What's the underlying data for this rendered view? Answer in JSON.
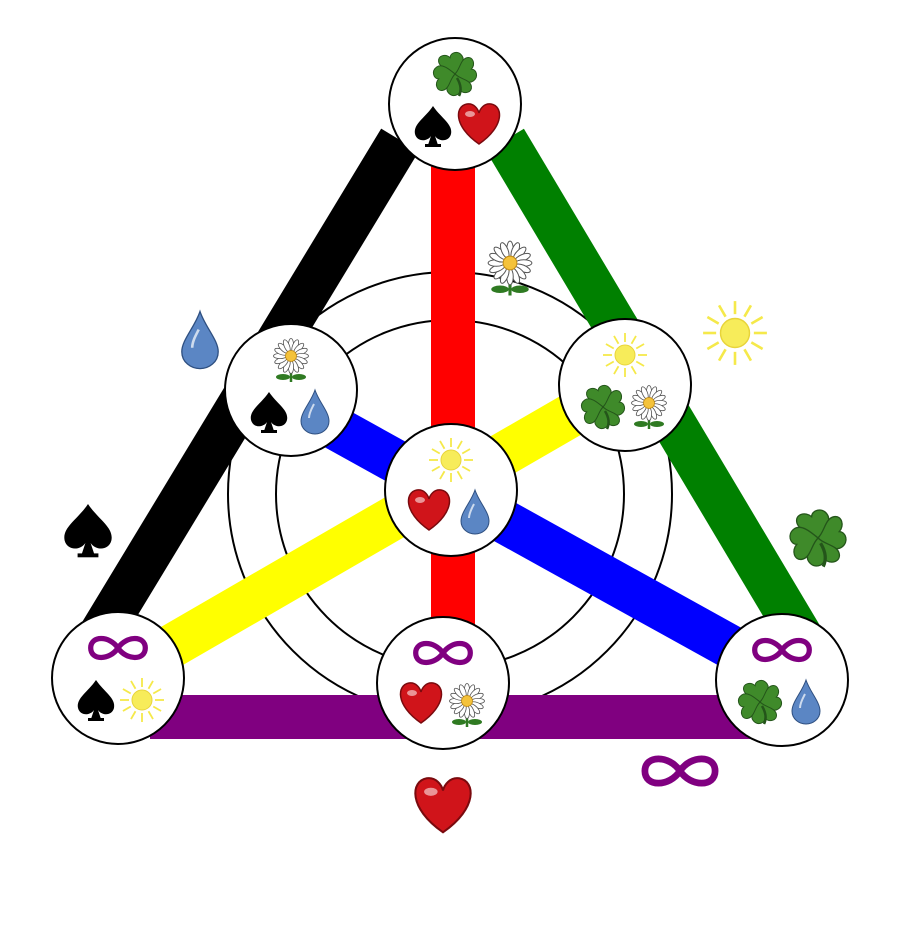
{
  "colors": {
    "black": "#000000",
    "red": "#ff0000",
    "green": "#008000",
    "blue": "#0000ff",
    "yellow": "#ffff00",
    "purple": "#800080",
    "node_fill": "#ffffff",
    "node_stroke": "#000000",
    "ring_stroke": "#000000",
    "heart": "#d0141a",
    "clover": "#3f8a2a",
    "drop": "#5b86c4",
    "sun": "#f7ec5a",
    "sun_ray": "#f5e94a",
    "daisy_center": "#f4c23a",
    "daisy_stem": "#2f7a22"
  },
  "edges": [
    {
      "name": "edge-black",
      "color": "black"
    },
    {
      "name": "edge-green",
      "color": "green"
    },
    {
      "name": "edge-red",
      "color": "red"
    },
    {
      "name": "edge-blue",
      "color": "blue"
    },
    {
      "name": "edge-yellow",
      "color": "yellow"
    },
    {
      "name": "edge-purple",
      "color": "purple"
    }
  ],
  "nodes": [
    {
      "name": "node-top",
      "symbols": [
        "clover-icon",
        "spade-icon",
        "heart-icon"
      ]
    },
    {
      "name": "node-upper-left",
      "symbols": [
        "daisy-icon",
        "spade-icon",
        "drop-icon"
      ]
    },
    {
      "name": "node-upper-right",
      "symbols": [
        "sun-icon",
        "clover-icon",
        "daisy-icon"
      ]
    },
    {
      "name": "node-center",
      "symbols": [
        "sun-icon",
        "heart-icon",
        "drop-icon"
      ]
    },
    {
      "name": "node-bottom-left",
      "symbols": [
        "infinity-icon",
        "spade-icon",
        "sun-icon"
      ]
    },
    {
      "name": "node-bottom-middle",
      "symbols": [
        "infinity-icon",
        "heart-icon",
        "daisy-icon"
      ]
    },
    {
      "name": "node-bottom-right",
      "symbols": [
        "infinity-icon",
        "clover-icon",
        "drop-icon"
      ]
    }
  ],
  "edge_labels": [
    {
      "name": "label-red-daisy",
      "symbol": "daisy-icon"
    },
    {
      "name": "label-green-sun",
      "symbol": "sun-icon"
    },
    {
      "name": "label-black-drop",
      "symbol": "drop-icon"
    },
    {
      "name": "label-black-spade",
      "symbol": "spade-icon"
    },
    {
      "name": "label-green-clover",
      "symbol": "clover-icon"
    },
    {
      "name": "label-purple-infinity",
      "symbol": "infinity-icon"
    },
    {
      "name": "label-bottom-heart",
      "symbol": "heart-icon"
    }
  ]
}
